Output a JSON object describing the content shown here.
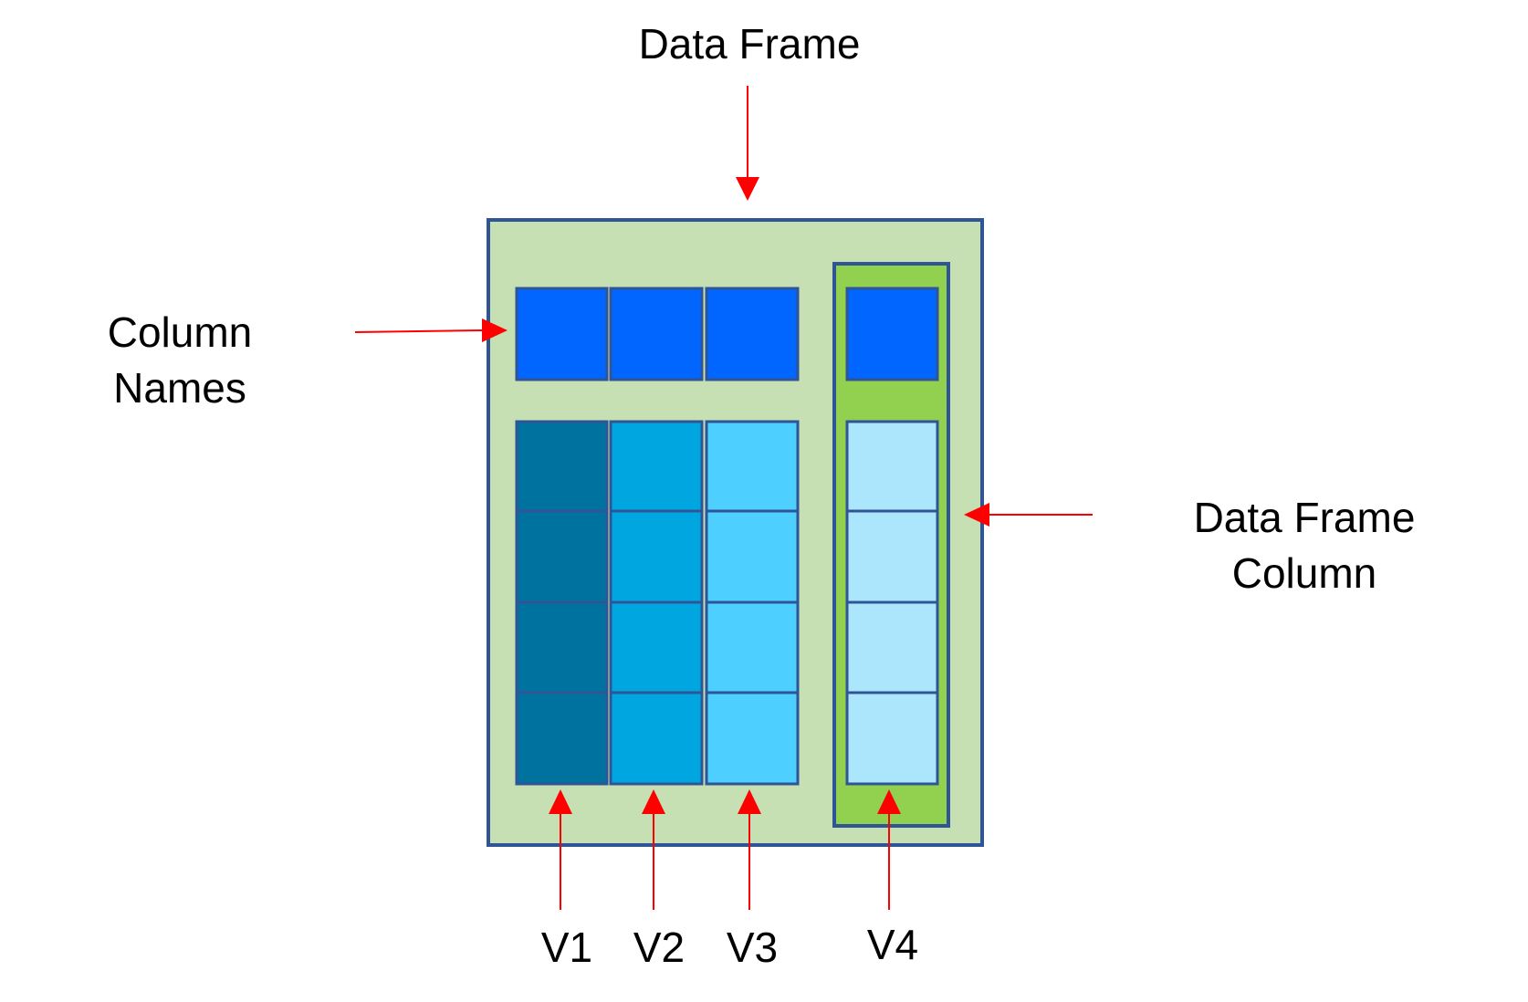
{
  "labels": {
    "data_frame": "Data Frame",
    "column_names_line1": "Column",
    "column_names_line2": "Names",
    "data_frame_column_line1": "Data Frame",
    "data_frame_column_line2": "Column",
    "v1": "V1",
    "v2": "V2",
    "v3": "V3",
    "v4": "V4"
  },
  "colors": {
    "frame_fill": "#c6e0b4",
    "frame_border": "#2f5597",
    "highlight_column_fill": "#92d050",
    "header_fill": "#0066ff",
    "v1_fill": "#00729f",
    "v2_fill": "#00a6e0",
    "v3_fill": "#4dcfff",
    "v4_fill": "#abe6fc",
    "arrow": "#ff0000"
  }
}
